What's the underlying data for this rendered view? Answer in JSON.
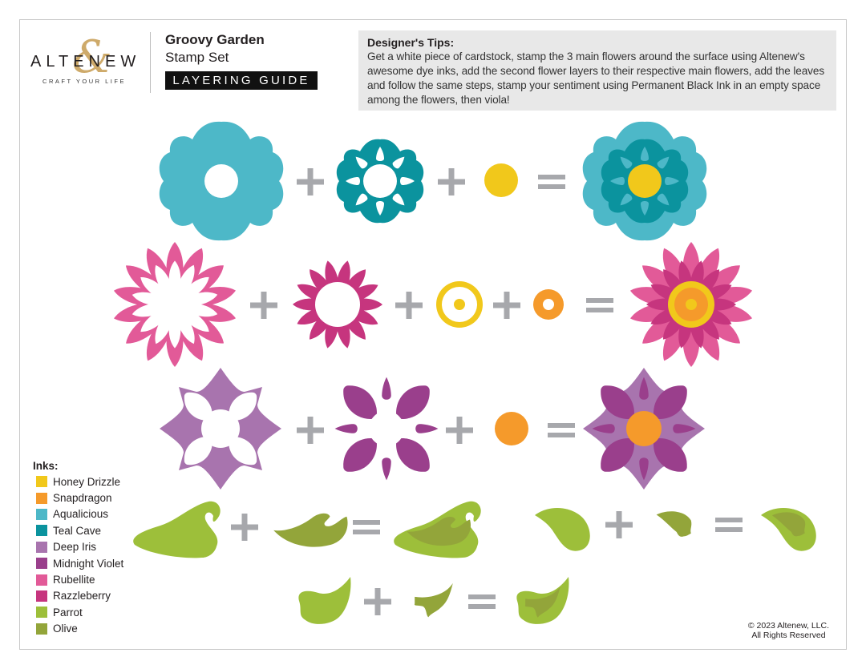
{
  "brand": {
    "wordmark": "ALTENEW",
    "ampersand": "&",
    "tagline": "CRAFT YOUR LIFE",
    "gold": "#c9a15a"
  },
  "header": {
    "title": "Groovy Garden",
    "subtitle": "Stamp Set",
    "badge": "LAYERING GUIDE"
  },
  "tips": {
    "heading": "Designer's Tips:",
    "body": "Get a white piece of cardstock, stamp the 3 main flowers around the surface using Altenew's awesome dye inks, add the second flower layers to their respective main flowers, add the leaves and follow the same steps, stamp your sentiment using Permanent Black Ink in an empty space among the flowers, then viola!"
  },
  "operators": {
    "plus": "+",
    "equals": "=",
    "color": "#a7a8ac"
  },
  "colors": {
    "honey_drizzle": "#f1c81b",
    "snapdragon": "#f59a2b",
    "aqualicious": "#4db8c8",
    "teal_cave": "#0b939e",
    "deep_iris": "#a874ae",
    "midnight_violet": "#9a3f8c",
    "rubellite": "#e25a98",
    "razzleberry": "#c6357e",
    "parrot": "#9dbf3a",
    "olive": "#93a53a"
  },
  "rows": [
    {
      "name": "scallop-flower",
      "steps": [
        "Aqualicious",
        "Teal Cave",
        "Honey Drizzle"
      ]
    },
    {
      "name": "daisy-flower",
      "steps": [
        "Rubellite",
        "Razzleberry",
        "Honey Drizzle",
        "Snapdragon"
      ]
    },
    {
      "name": "star-flower",
      "steps": [
        "Deep Iris",
        "Midnight Violet",
        "Snapdragon"
      ]
    },
    {
      "name": "large-leaf",
      "steps": [
        "Parrot",
        "Olive"
      ]
    },
    {
      "name": "teardrop-leaf",
      "steps": [
        "Parrot",
        "Olive"
      ]
    },
    {
      "name": "small-leaf",
      "steps": [
        "Parrot",
        "Olive"
      ]
    }
  ],
  "inks": {
    "heading": "Inks:",
    "items": [
      {
        "name": "Honey Drizzle",
        "color": "#f1c81b"
      },
      {
        "name": "Snapdragon",
        "color": "#f59a2b"
      },
      {
        "name": "Aqualicious",
        "color": "#4db8c8"
      },
      {
        "name": "Teal Cave",
        "color": "#0b939e"
      },
      {
        "name": "Deep Iris",
        "color": "#a874ae"
      },
      {
        "name": "Midnight Violet",
        "color": "#9a3f8c"
      },
      {
        "name": "Rubellite",
        "color": "#e25a98"
      },
      {
        "name": "Razzleberry",
        "color": "#c6357e"
      },
      {
        "name": "Parrot",
        "color": "#9dbf3a"
      },
      {
        "name": "Olive",
        "color": "#93a53a"
      }
    ]
  },
  "footer": {
    "copyright": "© 2023 Altenew, LLC.",
    "rights": "All Rights Reserved"
  }
}
